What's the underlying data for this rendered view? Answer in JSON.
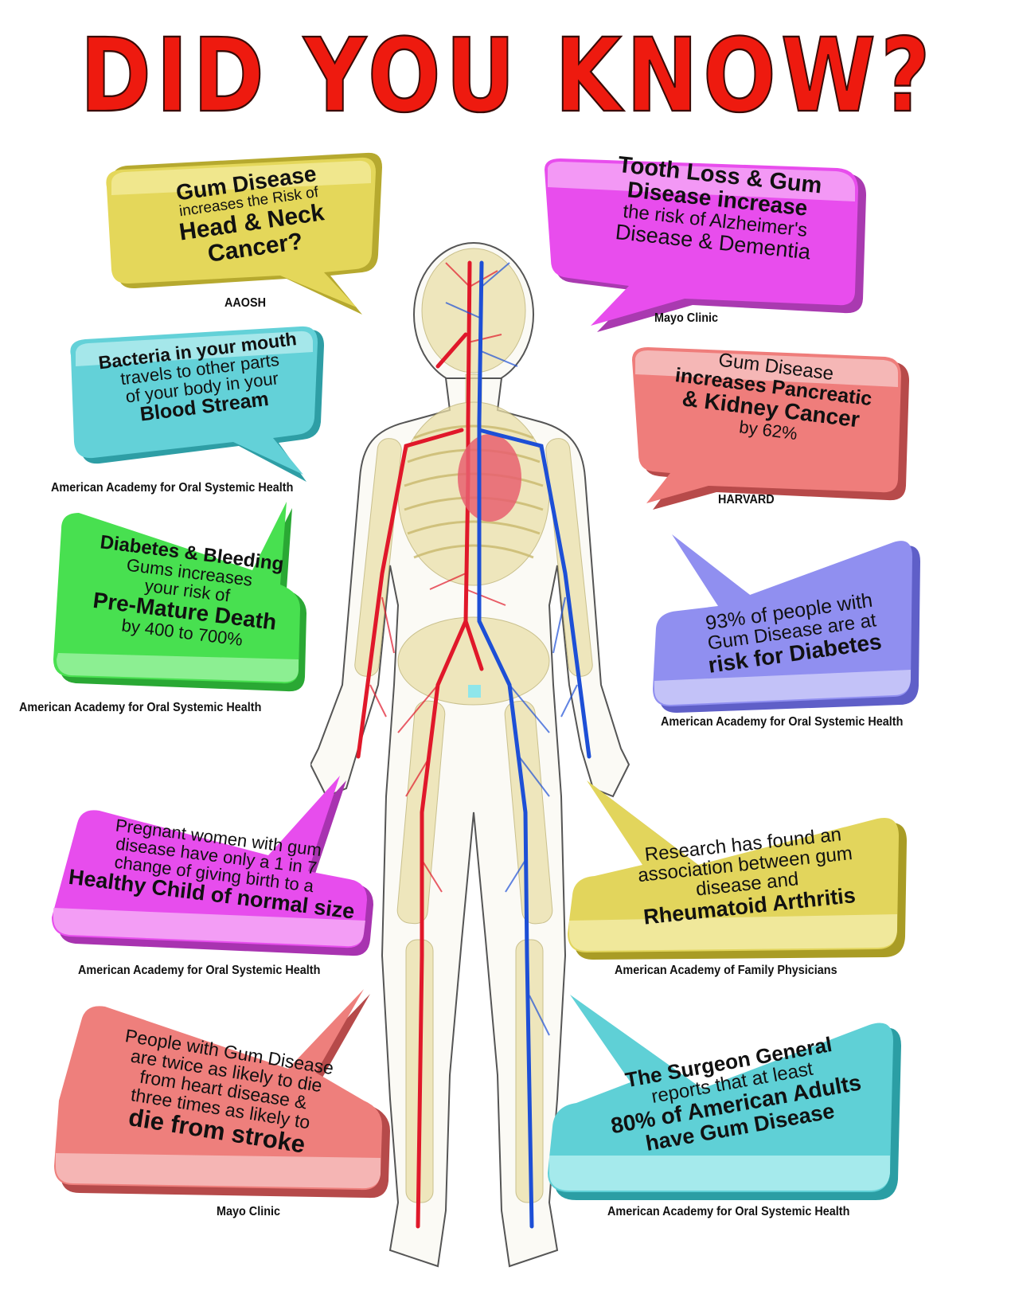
{
  "title": "DID YOU KNOW?",
  "colors": {
    "title_red": "#ee1a0f",
    "yellow": "#e0d24a",
    "magenta": "#e448e8",
    "cyan": "#5cd0d6",
    "salmon": "#ee7b78",
    "green": "#3fe04a",
    "lavender": "#8f8ef0",
    "artery_red": "#e0182a",
    "vein_blue": "#1d4fd6",
    "bone": "#eadfa8"
  },
  "facts": [
    {
      "id": "head-neck",
      "lines": [
        "Gum Disease",
        "increases the Risk of",
        "Head & Neck",
        "Cancer?"
      ],
      "source": "AAOSH"
    },
    {
      "id": "alzheimers",
      "lines": [
        "Tooth Loss & Gum",
        "Disease increase",
        "the risk of Alzheimer's",
        "Disease & Dementia"
      ],
      "source": "Mayo Clinic"
    },
    {
      "id": "bacteria",
      "lines": [
        "Bacteria in your mouth",
        "travels to other parts",
        "of your body in your",
        "Blood Stream"
      ],
      "source": "American Academy for Oral Systemic Health"
    },
    {
      "id": "pancreatic",
      "lines": [
        "Gum Disease",
        "increases Pancreatic",
        "& Kidney Cancer",
        "by 62%"
      ],
      "source": "HARVARD"
    },
    {
      "id": "premature-death",
      "lines": [
        "Diabetes & Bleeding",
        "Gums increases",
        "your risk of",
        "Pre-Mature Death",
        "by 400 to 700%"
      ],
      "source": "American Academy for Oral Systemic Health"
    },
    {
      "id": "diabetes",
      "lines": [
        "93% of people with",
        "Gum Disease are at",
        "risk for Diabetes"
      ],
      "source": "American Academy for Oral Systemic Health"
    },
    {
      "id": "pregnant",
      "lines": [
        "Pregnant women with gum",
        "disease have only a 1 in 7",
        "change of giving birth to a",
        "Healthy Child of normal size"
      ],
      "source": "American Academy for Oral Systemic Health"
    },
    {
      "id": "arthritis",
      "lines": [
        "Research has found an",
        "association between gum",
        "disease and",
        "Rheumatoid Arthritis"
      ],
      "source": "American Academy of Family Physicians"
    },
    {
      "id": "stroke",
      "lines": [
        "People with Gum Disease",
        "are twice as likely to die",
        "from heart disease &",
        "three times as likely to",
        "die from stroke"
      ],
      "source": "Mayo Clinic"
    },
    {
      "id": "surgeon-general",
      "lines": [
        "The Surgeon General",
        "reports that at least",
        "80% of American Adults",
        "have Gum Disease"
      ],
      "source": "American Academy for Oral Systemic Health"
    }
  ],
  "illustration": {
    "subject": "human circulatory system anatomy diagram"
  }
}
